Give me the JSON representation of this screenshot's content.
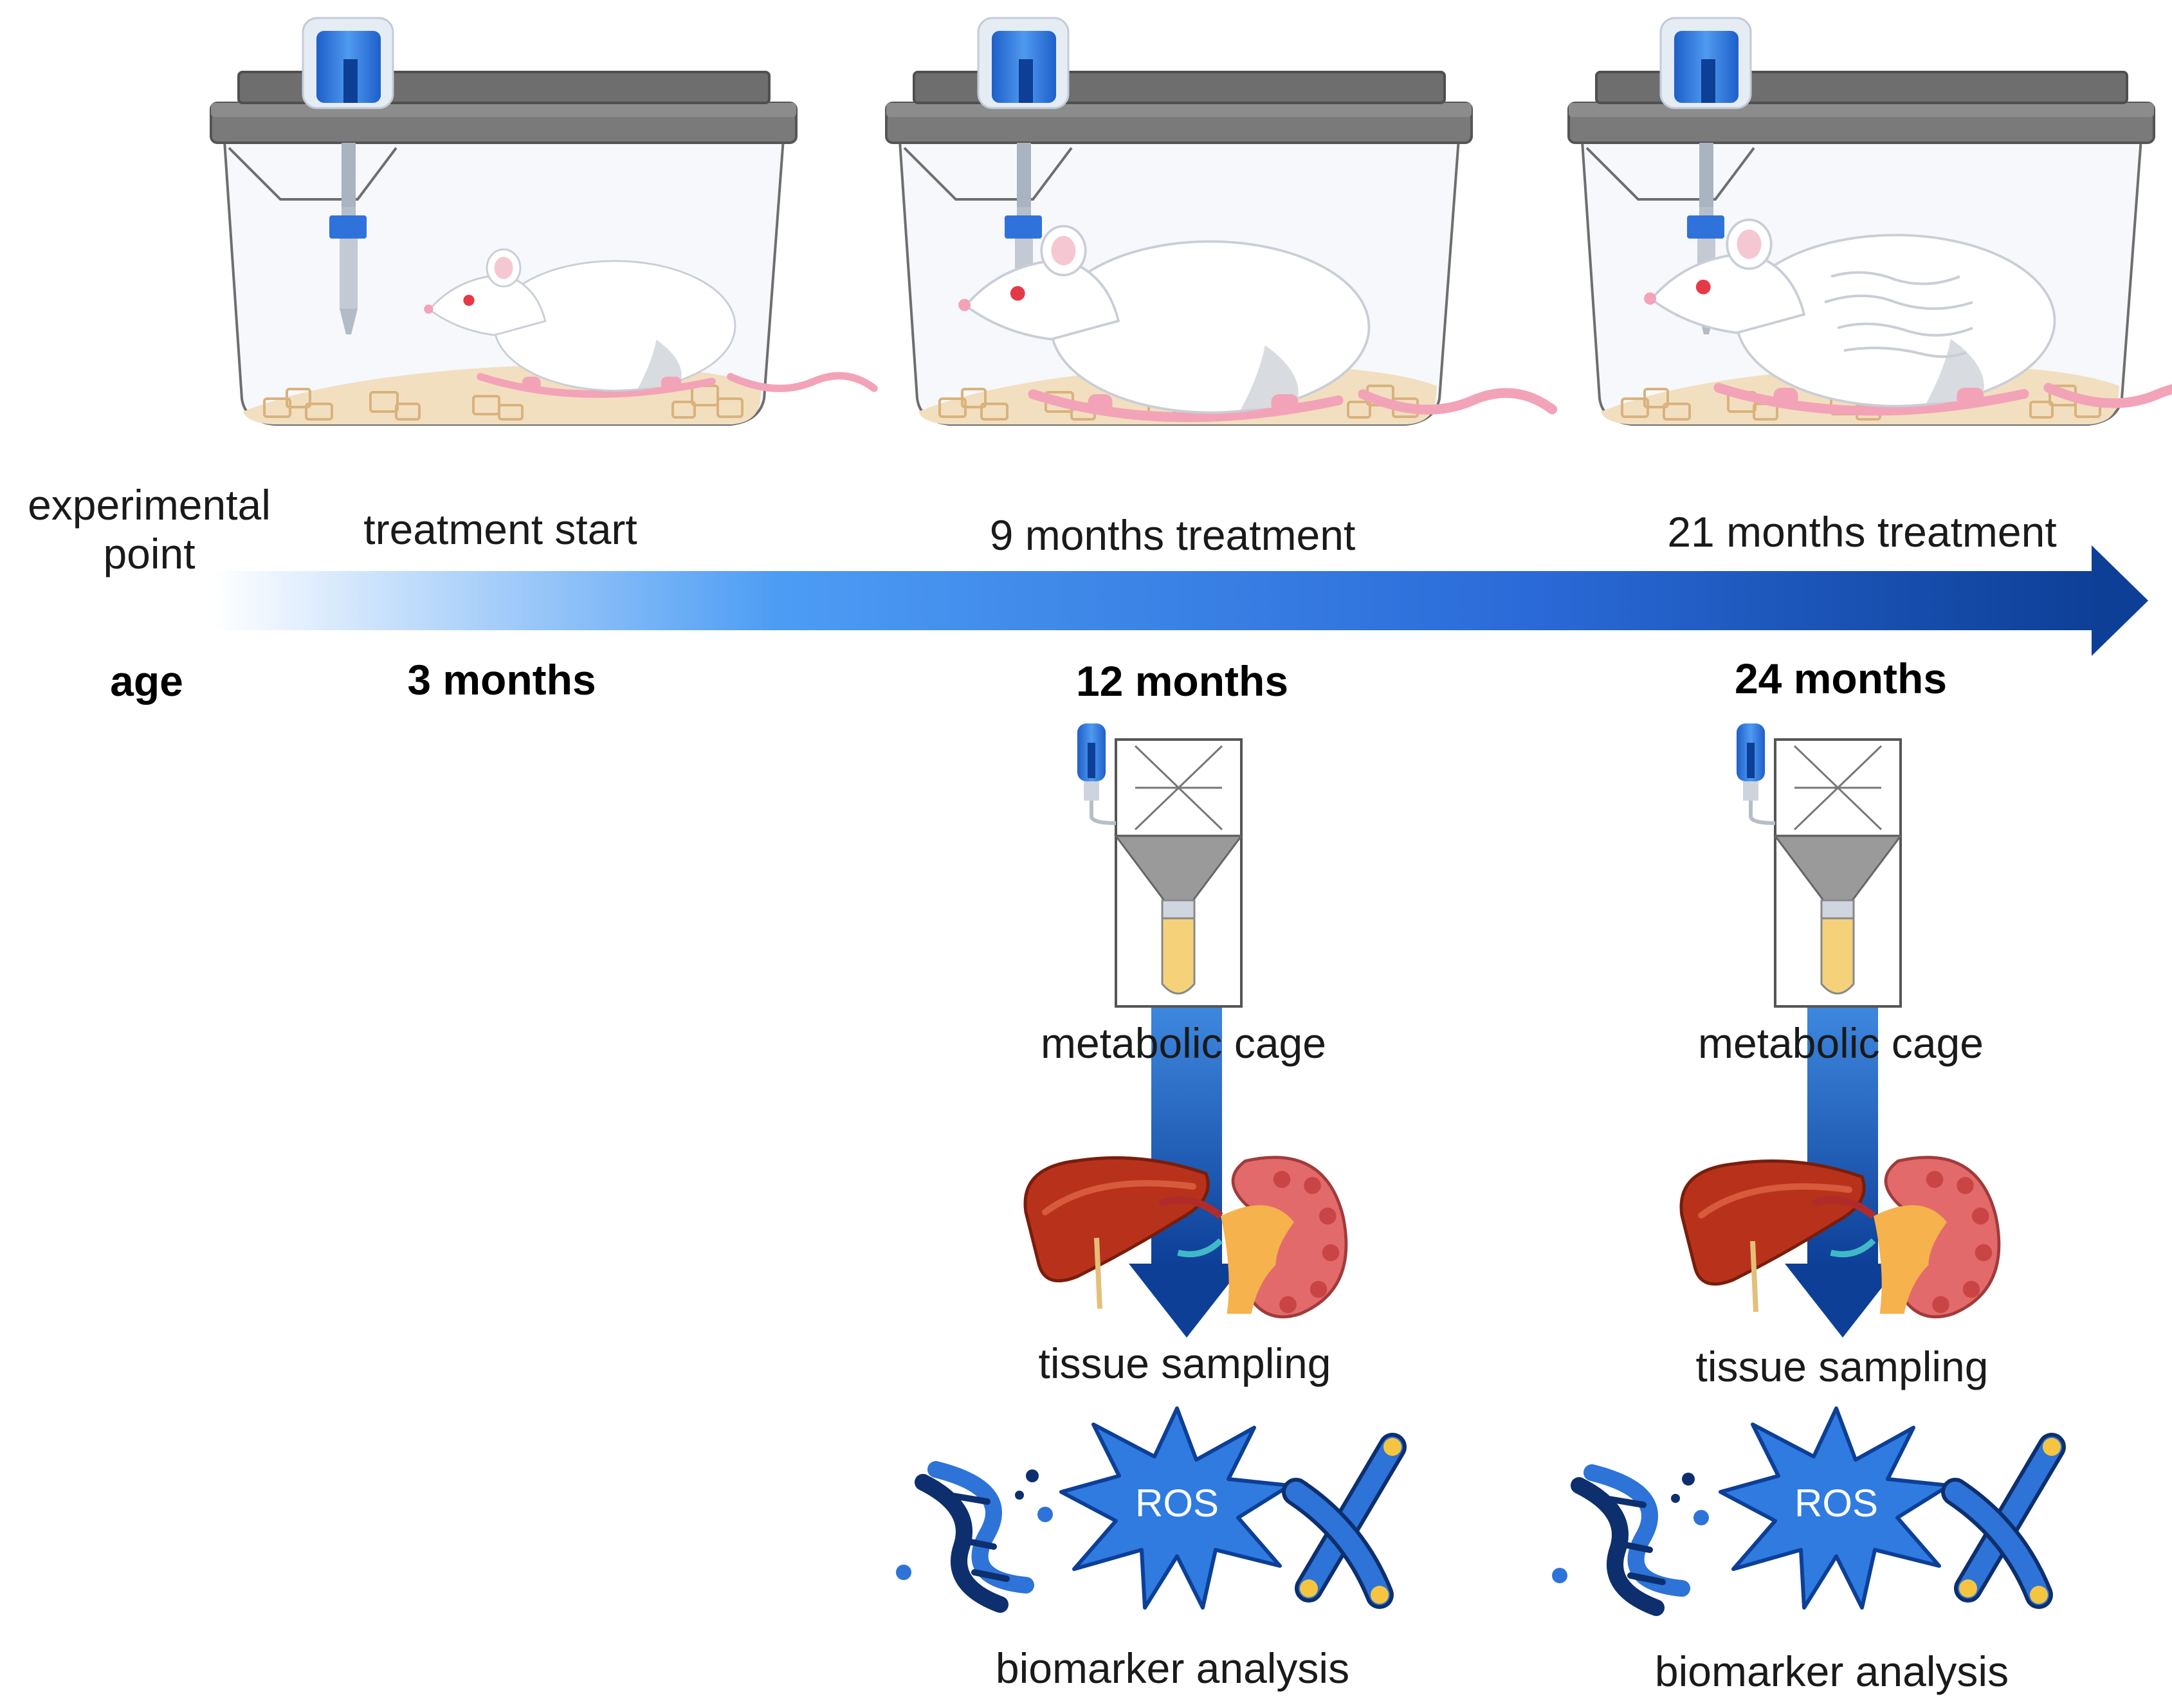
{
  "timeline": {
    "row_label": "experimental\npoint",
    "age_label": "age",
    "points": [
      {
        "treatment": "treatment start",
        "age": "3 months"
      },
      {
        "treatment": "9 months treatment",
        "age": "12 months"
      },
      {
        "treatment": "21 months treatment",
        "age": "24 months"
      }
    ]
  },
  "workflow": {
    "metabolic_cage": "metabolic cage",
    "tissue_sampling": "tissue sampling",
    "ros": "ROS",
    "biomarker_analysis": "biomarker analysis"
  },
  "icons": [
    "rat-cage-icon",
    "water-bottle-icon",
    "rat-icon",
    "metabolic-cage-icon",
    "liver-icon",
    "kidney-icon",
    "dna-icon",
    "ros-burst-icon",
    "chromosome-icon"
  ],
  "colors": {
    "arrow_dark": "#0d3f97",
    "arrow_light": "#3b8ef2",
    "lid": "#7a7a7a",
    "bedding": "#f2dfc0",
    "rat_tail": "#f3a3b8",
    "liver": "#b8321b",
    "ros_burst": "#2f7be0",
    "chromosome": "#2463c8"
  }
}
